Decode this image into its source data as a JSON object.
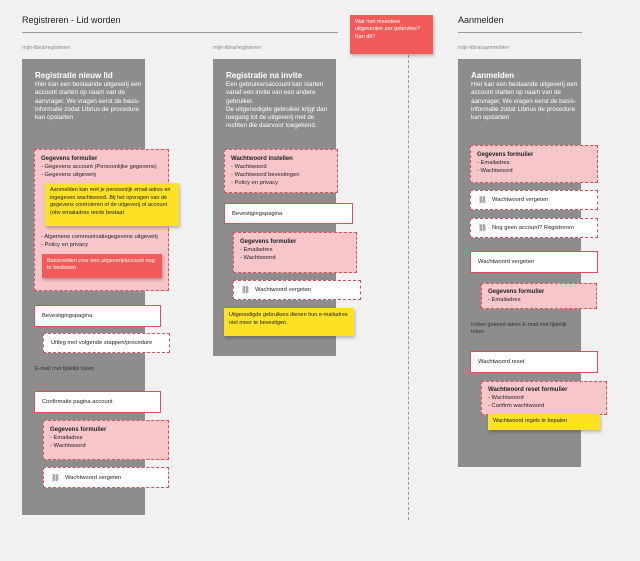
{
  "sections": {
    "register": {
      "title": "Registreren - Lid worden"
    },
    "login": {
      "title": "Aanmelden"
    }
  },
  "urls": {
    "register_new": "mijn-libra/registeren",
    "register_invite": "mijn-libra/registeren",
    "login": "mijn-libra/aanmelden"
  },
  "question_note": "Wat met meerdere uitgeverijen per gebruiker? Kan dit?",
  "col1": {
    "title": "Registratie nieuw lid",
    "desc": "Hier kan een bestaande uitgeverij een account starten op naam van de aanvrager. We vragen eerst de basis-informatie zodat Librius de procedure kan opstarten",
    "form_title": "Gegevens formulier",
    "form_items_a": "- Gegevens account (Persoonlijke gegevens)\n- Gegevens uitgeverij",
    "yellow_note": "Aanmelden kan met je persoonlijk email-adres en ingegeven wachtwoord. Bij het opvragen van de gegevens controleren of de uitgeverij of account (obv emailadres reeds bestaat",
    "form_items_b": "- Algemene communicatiegegevens uitgeverij\n- Policy en privacy",
    "red_note": "Basisvelden voor een uitgeverij/account nog te beslissen",
    "confirm": "Bevestigingspagina",
    "explain": "Uitleg met volgende stappen/procedure",
    "email_label": "E-mail met tijdelijk token",
    "confirm_account": "Confirmatie pagina account",
    "form2_title": "Gegevens formulier",
    "form2_items": "- Emailadres\n- Wachtwoord",
    "forgot": "Wachtwoord vergeten"
  },
  "col2": {
    "title": "Registratie na invite",
    "desc": "Een gebruikersaccount kan starten vanaf een invite van een andere gebruiker.\nDe uitgenodigde gebruiker krijgt dan toegang tot de uitgeverij met de rechten die daarvoor toegekend.",
    "set_pw_title": "Wachtwoord instellen",
    "set_pw_items": "- Wachtwoord\n- Wachtwoord bevestingen\n- Policy en privacy",
    "confirm": "Bevestigingspagina",
    "form_title": "Gegevens formulier",
    "form_items": "- Emailadres\n- Wachtwoord",
    "forgot": "Wachtwoord vergeten",
    "yellow_note": "Uitgenodigde gebruikers dienen hun e-mailadres niet meer te bevestigen."
  },
  "col3": {
    "title": "Aanmelden",
    "desc": "Hier kan een bestaande uitgeverij een account starten op naam van de aanvrager. We vragen eerst de basis-informatie zodat Librius de procedure kan opstarten",
    "form_title": "Gegevens formulier",
    "form_items": "- Emailadres\n- Wachtwoord",
    "forgot": "Wachtwoord vergeten",
    "no_account": "Nog geen account? Registreren",
    "forgot_page": "Wachtwoord vergeten",
    "form2_title": "Gegevens formulier",
    "form2_items": "- Emailadres",
    "email_note": "Indien gekend adres E-mail met tijdelijk token",
    "reset": "Wachtwoord reset",
    "reset_form_title": "Wachtwoord reset formulier",
    "reset_form_items": "- Wachtwoord\n- Confirm wachtwoord",
    "yellow_note": "Wachtwoord regels te bepalen"
  },
  "icons": {
    "link": "link-icon"
  },
  "colors": {
    "column": "#8d8d8d",
    "pink": "#f7c6c9",
    "accent": "#e34b58",
    "sticky_yellow": "#fde125",
    "sticky_red": "#f35b5b"
  }
}
